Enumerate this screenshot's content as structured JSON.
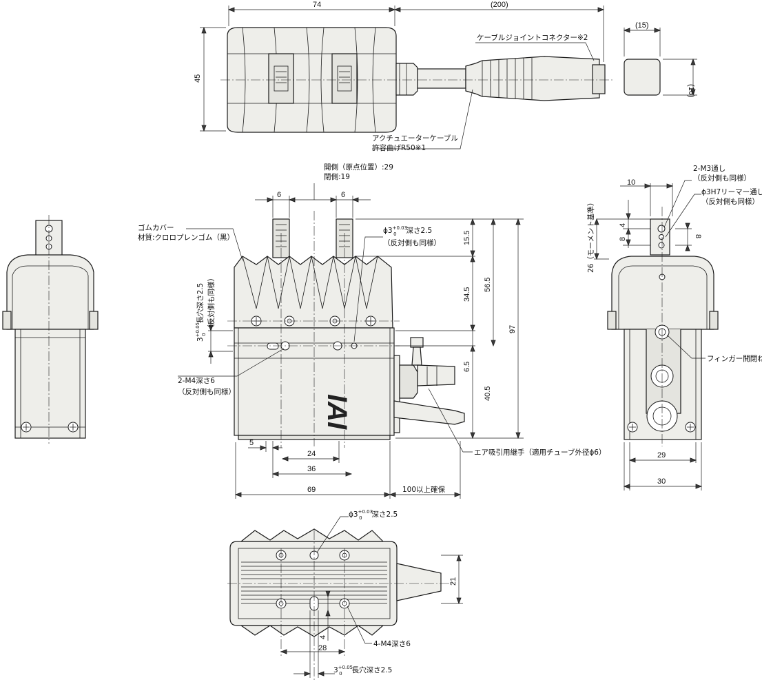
{
  "dimensions": {
    "top_width": "74",
    "cable_length": "(200)",
    "top_height": "45",
    "conn_width": "(15)",
    "conn_height": "(16)",
    "finger_w_left": "6",
    "finger_w_right": "6",
    "front_finger": "15.5",
    "front_h1": "34.5",
    "front_h2": "56.5",
    "front_total": "97",
    "front_h3": "6.5",
    "front_h4": "40.5",
    "front_b5": "5",
    "front_b24": "24",
    "front_b36": "36",
    "front_b69": "69",
    "right_10": "10",
    "right_4": "4",
    "right_8a": "8",
    "right_8b": "8",
    "right_29": "29",
    "right_30": "30",
    "bottom_21": "21",
    "bottom_28": "28",
    "bottom_4": "4"
  },
  "labels": {
    "cable_joint": "ケーブルジョイントコネクター※2",
    "actuator_cable_1": "アクチュエーターケーブル",
    "actuator_cable_2": "許容曲げR50※1",
    "open_side_1": "開側（原点位置）:29",
    "open_side_2": "閉側:19",
    "rubber_cover_1": "ゴムカバー",
    "rubber_cover_2": "材質:クロロプレンゴム（黒）",
    "pin_hole_1": "ϕ3",
    "pin_hole_1_tol": "+0.03",
    "pin_hole_1_tol0": "0",
    "pin_hole_1_tail": "深さ2.5",
    "pin_hole_2": "（反対側も同様）",
    "slot_left_1": "3",
    "slot_left_tol": "+0.05",
    "slot_left_tol0": "0",
    "slot_left_tail": "長穴深さ2.5",
    "slot_left_2": "（反対側も同様）",
    "m4_1": "2-M4深さ6",
    "m4_2": "（反対側も同様）",
    "air_fitting": "エア吸引用継手（適用チューブ外径ϕ6）",
    "clearance": "100以上確保",
    "m3_1": "2-M3通し",
    "m3_2": "（反対側も同様）",
    "reamer_1": "ϕ3H7リーマー通し",
    "reamer_2": "（反対側も同様）",
    "moment": "26（モーメント基準）",
    "finger_screw": "フィンガー開閉ねじ",
    "bottom_pin_1": "ϕ3",
    "bottom_pin_tol": "+0.03",
    "bottom_pin_tol0": "0",
    "bottom_pin_tail": "深さ2.5",
    "bottom_m4": "4-M4深さ6",
    "bottom_slot": "3",
    "bottom_slot_tol": "+0.05",
    "bottom_slot_tol0": "0",
    "bottom_slot_tail": "長穴深さ2.5",
    "logo": "IAI"
  }
}
